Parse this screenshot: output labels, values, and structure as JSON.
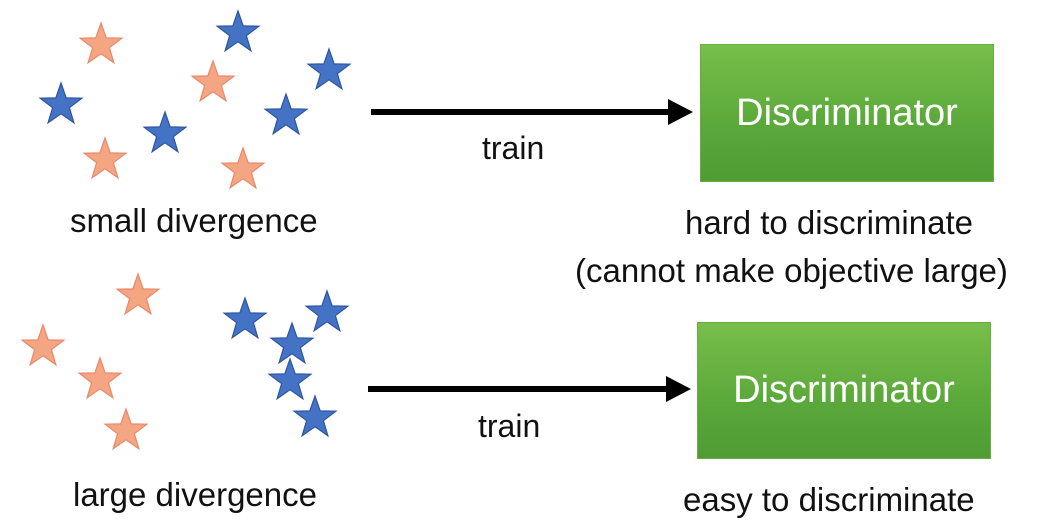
{
  "scenarios": [
    {
      "divergence_label": "small divergence",
      "arrow_label": "train",
      "box_label": "Discriminator",
      "result_line1": "hard to discriminate",
      "result_line2": "(cannot make objective large)"
    },
    {
      "divergence_label": "large divergence",
      "arrow_label": "train",
      "box_label": "Discriminator",
      "result_line1": "easy to discriminate"
    }
  ],
  "colors": {
    "orange_star": "#f4a582",
    "orange_star_stroke": "#e8896a",
    "blue_star": "#4472c4",
    "blue_star_stroke": "#2f55a0",
    "box_green": "#5aa83a",
    "arrow": "#000000"
  },
  "icons": [
    "star-icon",
    "arrow-right-icon"
  ]
}
